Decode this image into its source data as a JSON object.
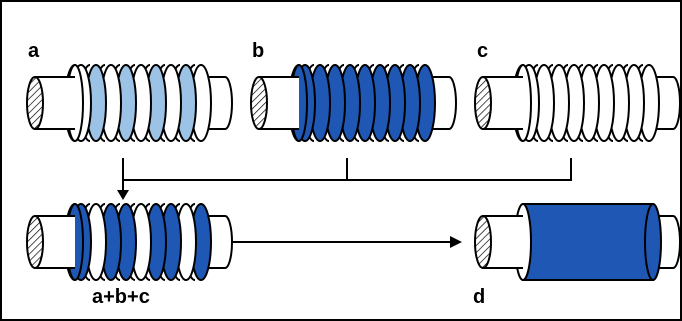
{
  "panels": {
    "a": {
      "label": "a"
    },
    "b": {
      "label": "b"
    },
    "c": {
      "label": "c"
    },
    "combined": {
      "label": "a+b+c"
    },
    "d": {
      "label": "d"
    }
  },
  "colors": {
    "blue": "#1f57b5",
    "light_blue": "#9cc3e6",
    "white": "#ffffff",
    "black": "#000000"
  }
}
